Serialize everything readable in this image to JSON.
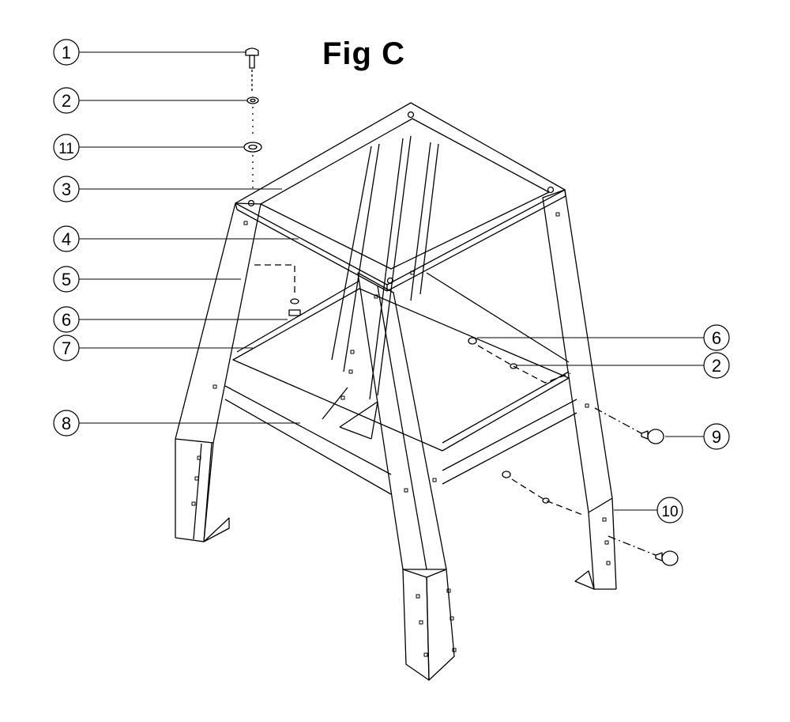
{
  "figure": {
    "title": "Fig C"
  },
  "callouts": [
    {
      "id": "c1",
      "label": "1"
    },
    {
      "id": "c2",
      "label": "2"
    },
    {
      "id": "c11",
      "label": "11"
    },
    {
      "id": "c3",
      "label": "3"
    },
    {
      "id": "c4",
      "label": "4"
    },
    {
      "id": "c5",
      "label": "5"
    },
    {
      "id": "c6a",
      "label": "6"
    },
    {
      "id": "c7",
      "label": "7"
    },
    {
      "id": "c8",
      "label": "8"
    },
    {
      "id": "c6b",
      "label": "6"
    },
    {
      "id": "c2b",
      "label": "2"
    },
    {
      "id": "c9",
      "label": "9"
    },
    {
      "id": "c10",
      "label": "10"
    }
  ],
  "colors": {
    "line": "#000000",
    "background": "#ffffff"
  }
}
